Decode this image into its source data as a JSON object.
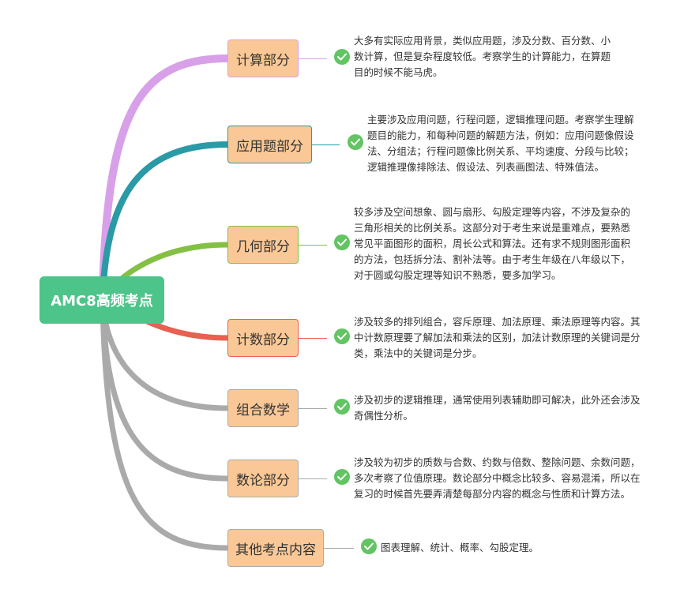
{
  "root": {
    "label": "AMC8高频考点"
  },
  "topics": [
    {
      "label": "计算部分",
      "color": "#d8a0e8",
      "check_icon": "check-circle-icon",
      "description": "大多有实际应用背景，类似应用题，涉及分数、百分数、小\n数计算，但是复杂程度较低。考察学生的计算能力，在算题\n目的时候不能马虎。"
    },
    {
      "label": "应用题部分",
      "color": "#2a9aa6",
      "check_icon": "check-circle-icon",
      "description": "主要涉及应用问题，行程问题，逻辑推理问题。考察学生理解\n题目的能力，和每种问题的解题方法，例如：应用问题像假设\n法、分组法；行程问题像比例关系、平均速度、分段与比较；\n逻辑推理像排除法、假设法、列表画图法、特殊值法。"
    },
    {
      "label": "几何部分",
      "color": "#84c044",
      "check_icon": "check-circle-icon",
      "description": "较多涉及空间想象、圆与扇形、勾股定理等内容，不涉及复杂的\n三角形相关的比例关系。这部分对于考生来说是重难点，要熟悉\n常见平面图形的面积，周长公式和算法。还有求不规则图形面积\n的方法，包括拆分法、割补法等。由于考生年级在八年级以下，\n对于圆或勾股定理等知识不熟悉，要多加学习。"
    },
    {
      "label": "计数部分",
      "color": "#e86050",
      "check_icon": "check-circle-icon",
      "description": "涉及较多的排列组合，容斥原理、加法原理、乘法原理等内容。其\n中计数原理要了解加法和乘法的区别，加法计数原理的关键词是分\n类，乘法中的关键词是分步。"
    },
    {
      "label": "组合数学",
      "color": "#aaaaaa",
      "check_icon": "check-circle-icon",
      "description": "涉及初步的逻辑推理，通常使用列表辅助即可解决，此外还会涉及\n奇偶性分析。"
    },
    {
      "label": "数论部分",
      "color": "#aaaaaa",
      "check_icon": "check-circle-icon",
      "description": "涉及较为初步的质数与合数、约数与倍数、整除问题、余数问题，\n多次考察了位值原理。数论部分中概念比较多、容易混淆，所以在\n复习的时候首先要弄清楚每部分内容的概念与性质和计算方法。"
    },
    {
      "label": "其他考点内容",
      "color": "#aaaaaa",
      "check_icon": "check-circle-icon",
      "description": "图表理解、统计、概率、勾股定理。"
    }
  ]
}
